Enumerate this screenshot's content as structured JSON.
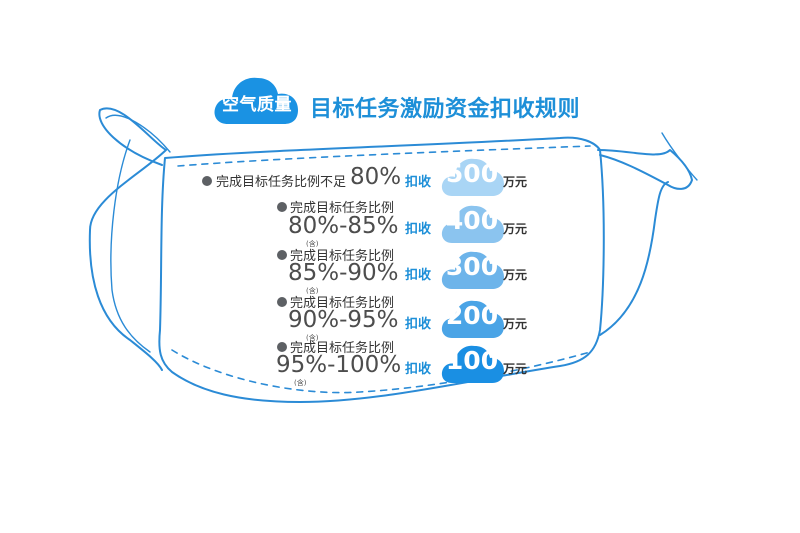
{
  "title": {
    "badge": "空气质量",
    "main": "目标任务激励资金扣收规则"
  },
  "colors": {
    "mask_outline": "#2b8bd6",
    "title_cloud": "#1a92e3",
    "label_text": "#333333",
    "accent_text": "#1d8fd8",
    "cloud_500": "#a9d5f5",
    "cloud_400": "#8bc4ef",
    "cloud_300": "#6db4ea",
    "cloud_200": "#4aa4e6",
    "cloud_100": "#1a8fe3"
  },
  "rules": [
    {
      "label": "完成目标任务比例不足",
      "range": "80%",
      "note": "",
      "deduct_label": "扣收",
      "amount": "500",
      "unit": "万元"
    },
    {
      "label": "完成目标任务比例",
      "range": "80%-85%",
      "note": "(含)",
      "deduct_label": "扣收",
      "amount": "400",
      "unit": "万元"
    },
    {
      "label": "完成目标任务比例",
      "range": "85%-90%",
      "note": "(含)",
      "deduct_label": "扣收",
      "amount": "300",
      "unit": "万元"
    },
    {
      "label": "完成目标任务比例",
      "range": "90%-95%",
      "note": "(含)",
      "deduct_label": "扣收",
      "amount": "200",
      "unit": "万元"
    },
    {
      "label": "完成目标任务比例",
      "range": "95%-100%",
      "note": "(含)",
      "deduct_label": "扣收",
      "amount": "100",
      "unit": "万元"
    }
  ]
}
